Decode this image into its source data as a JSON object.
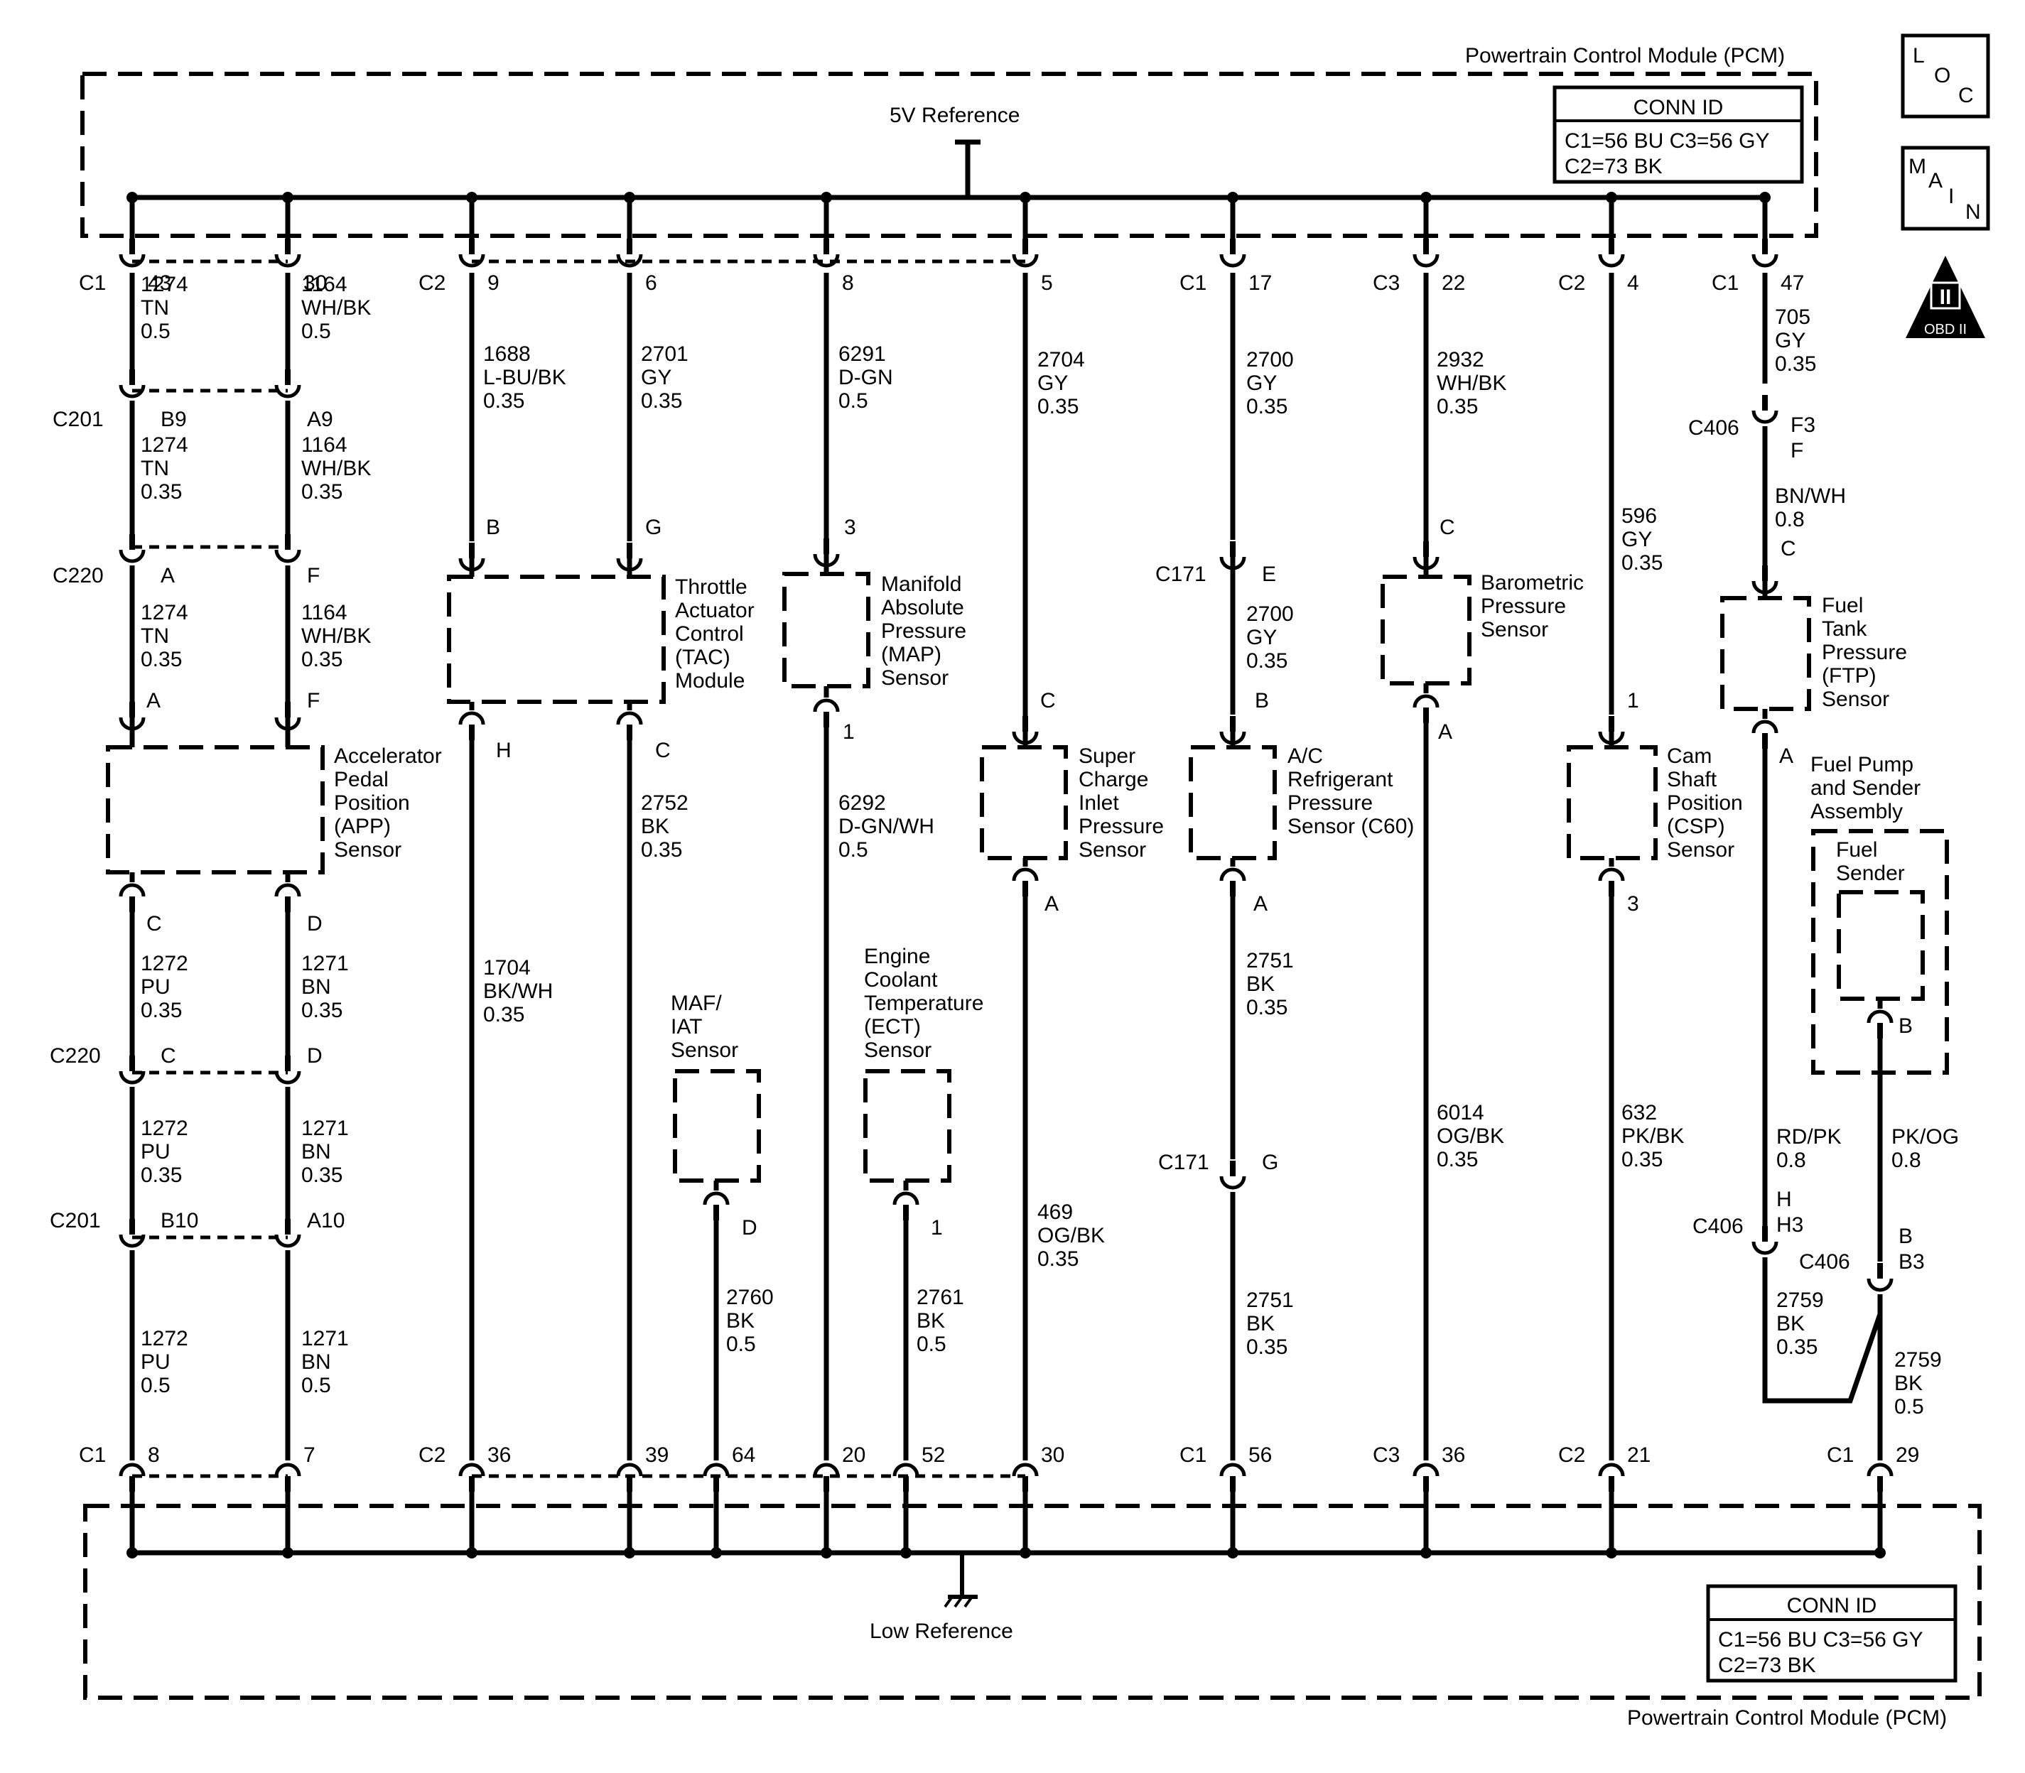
{
  "pcm_label": "Powertrain Control Module (PCM)",
  "conn_id": {
    "title": "CONN ID",
    "line1": "C1=56 BU  C3=56 GY",
    "line2": "C2=73 BK"
  },
  "reference_labels": {
    "five_volt": "5V Reference",
    "low": "Low Reference"
  },
  "badges": {
    "loc": [
      "L",
      "O",
      "C"
    ],
    "main": [
      "M",
      "A",
      "I",
      "N"
    ],
    "obd": {
      "numeral": "II",
      "text": "OBD II"
    }
  },
  "components": {
    "app": [
      "Accelerator",
      "Pedal",
      "Position",
      "(APP)",
      "Sensor"
    ],
    "tac": [
      "Throttle",
      "Actuator",
      "Control",
      "(TAC)",
      "Module"
    ],
    "map": [
      "Manifold",
      "Absolute",
      "Pressure",
      "(MAP)",
      "Sensor"
    ],
    "maf": [
      "MAF/",
      "IAT",
      "Sensor"
    ],
    "ect": [
      "Engine",
      "Coolant",
      "Temperature",
      "(ECT)",
      "Sensor"
    ],
    "scip": [
      "Super",
      "Charge",
      "Inlet",
      "Pressure",
      "Sensor"
    ],
    "ac": [
      "A/C",
      "Refrigerant",
      "Pressure",
      "Sensor (C60)"
    ],
    "baro": [
      "Barometric",
      "Pressure",
      "Sensor"
    ],
    "csp": [
      "Cam",
      "Shaft",
      "Position",
      "(CSP)",
      "Sensor"
    ],
    "ftp": [
      "Fuel",
      "Tank",
      "Pressure",
      "(FTP)",
      "Sensor"
    ],
    "fuel_pump": [
      "Fuel Pump",
      "and Sender",
      "Assembly"
    ],
    "fuel_sender": [
      "Fuel",
      "Sender"
    ]
  },
  "top_pins": [
    {
      "conn": "C1",
      "pin": "43"
    },
    {
      "conn": "",
      "pin": "30"
    },
    {
      "conn": "C2",
      "pin": "9"
    },
    {
      "conn": "",
      "pin": "6"
    },
    {
      "conn": "",
      "pin": "8"
    },
    {
      "conn": "",
      "pin": "5"
    },
    {
      "conn": "C1",
      "pin": "17"
    },
    {
      "conn": "C3",
      "pin": "22"
    },
    {
      "conn": "C2",
      "pin": "4"
    },
    {
      "conn": "C1",
      "pin": "47"
    }
  ],
  "bottom_pins": [
    {
      "conn": "C1",
      "pin": "8"
    },
    {
      "conn": "",
      "pin": "7"
    },
    {
      "conn": "C2",
      "pin": "36"
    },
    {
      "conn": "",
      "pin": "39"
    },
    {
      "conn": "",
      "pin": "64"
    },
    {
      "conn": "",
      "pin": "20"
    },
    {
      "conn": "",
      "pin": "52"
    },
    {
      "conn": "",
      "pin": "30"
    },
    {
      "conn": "C1",
      "pin": "56"
    },
    {
      "conn": "C3",
      "pin": "36"
    },
    {
      "conn": "C2",
      "pin": "21"
    },
    {
      "conn": "C1",
      "pin": "29"
    }
  ],
  "wire_labels": [
    {
      "lines": [
        "1274",
        "TN",
        "0.5"
      ]
    },
    {
      "lines": [
        "1164",
        "WH/BK",
        "0.5"
      ]
    },
    {
      "lines": [
        "1274",
        "TN",
        "0.35"
      ]
    },
    {
      "lines": [
        "1164",
        "WH/BK",
        "0.35"
      ]
    },
    {
      "lines": [
        "1274",
        "TN",
        "0.35"
      ]
    },
    {
      "lines": [
        "1164",
        "WH/BK",
        "0.35"
      ]
    },
    {
      "lines": [
        "1272",
        "PU",
        "0.35"
      ]
    },
    {
      "lines": [
        "1271",
        "BN",
        "0.35"
      ]
    },
    {
      "lines": [
        "1272",
        "PU",
        "0.35"
      ]
    },
    {
      "lines": [
        "1271",
        "BN",
        "0.35"
      ]
    },
    {
      "lines": [
        "1272",
        "PU",
        "0.5"
      ]
    },
    {
      "lines": [
        "1271",
        "BN",
        "0.5"
      ]
    },
    {
      "lines": [
        "1688",
        "L-BU/BK",
        "0.35"
      ]
    },
    {
      "lines": [
        "2701",
        "GY",
        "0.35"
      ]
    },
    {
      "lines": [
        "1704",
        "BK/WH",
        "0.35"
      ]
    },
    {
      "lines": [
        "2752",
        "BK",
        "0.35"
      ]
    },
    {
      "lines": [
        "6291",
        "D-GN",
        "0.5"
      ]
    },
    {
      "lines": [
        "6292",
        "D-GN/WH",
        "0.5"
      ]
    },
    {
      "lines": [
        "2760",
        "BK",
        "0.5"
      ]
    },
    {
      "lines": [
        "2761",
        "BK",
        "0.5"
      ]
    },
    {
      "lines": [
        "2704",
        "GY",
        "0.35"
      ]
    },
    {
      "lines": [
        "469",
        "OG/BK",
        "0.35"
      ]
    },
    {
      "lines": [
        "2700",
        "GY",
        "0.35"
      ]
    },
    {
      "lines": [
        "2700",
        "GY",
        "0.35"
      ]
    },
    {
      "lines": [
        "2751",
        "BK",
        "0.35"
      ]
    },
    {
      "lines": [
        "2751",
        "BK",
        "0.35"
      ]
    },
    {
      "lines": [
        "2932",
        "WH/BK",
        "0.35"
      ]
    },
    {
      "lines": [
        "6014",
        "OG/BK",
        "0.35"
      ]
    },
    {
      "lines": [
        "596",
        "GY",
        "0.35"
      ]
    },
    {
      "lines": [
        "632",
        "PK/BK",
        "0.35"
      ]
    },
    {
      "lines": [
        "705",
        "GY",
        "0.35"
      ]
    },
    {
      "lines": [
        "BN/WH",
        "0.8"
      ]
    },
    {
      "lines": [
        "RD/PK",
        "0.8"
      ]
    },
    {
      "lines": [
        "PK/OG",
        "0.8"
      ]
    },
    {
      "lines": [
        "2759",
        "BK",
        "0.35"
      ]
    },
    {
      "lines": [
        "2759",
        "BK",
        "0.5"
      ]
    }
  ],
  "connector_labels": [
    {
      "text": "C201"
    },
    {
      "text": "B9"
    },
    {
      "text": "A9"
    },
    {
      "text": "C220"
    },
    {
      "text": "A"
    },
    {
      "text": "F"
    },
    {
      "text": "A"
    },
    {
      "text": "F"
    },
    {
      "text": "C"
    },
    {
      "text": "D"
    },
    {
      "text": "C220"
    },
    {
      "text": "C"
    },
    {
      "text": "D"
    },
    {
      "text": "C201"
    },
    {
      "text": "B10"
    },
    {
      "text": "A10"
    },
    {
      "text": "B"
    },
    {
      "text": "G"
    },
    {
      "text": "H"
    },
    {
      "text": "C"
    },
    {
      "text": "3"
    },
    {
      "text": "1"
    },
    {
      "text": "D"
    },
    {
      "text": "1"
    },
    {
      "text": "C"
    },
    {
      "text": "A"
    },
    {
      "text": "C171"
    },
    {
      "text": "E"
    },
    {
      "text": "B"
    },
    {
      "text": "A"
    },
    {
      "text": "C171"
    },
    {
      "text": "G"
    },
    {
      "text": "C"
    },
    {
      "text": "A"
    },
    {
      "text": "1"
    },
    {
      "text": "3"
    },
    {
      "text": "C406"
    },
    {
      "text": "F3"
    },
    {
      "text": "F"
    },
    {
      "text": "C"
    },
    {
      "text": "A"
    },
    {
      "text": "B"
    },
    {
      "text": "H"
    },
    {
      "text": "C406"
    },
    {
      "text": "H3"
    },
    {
      "text": "B"
    },
    {
      "text": "C406"
    },
    {
      "text": "B3"
    }
  ]
}
